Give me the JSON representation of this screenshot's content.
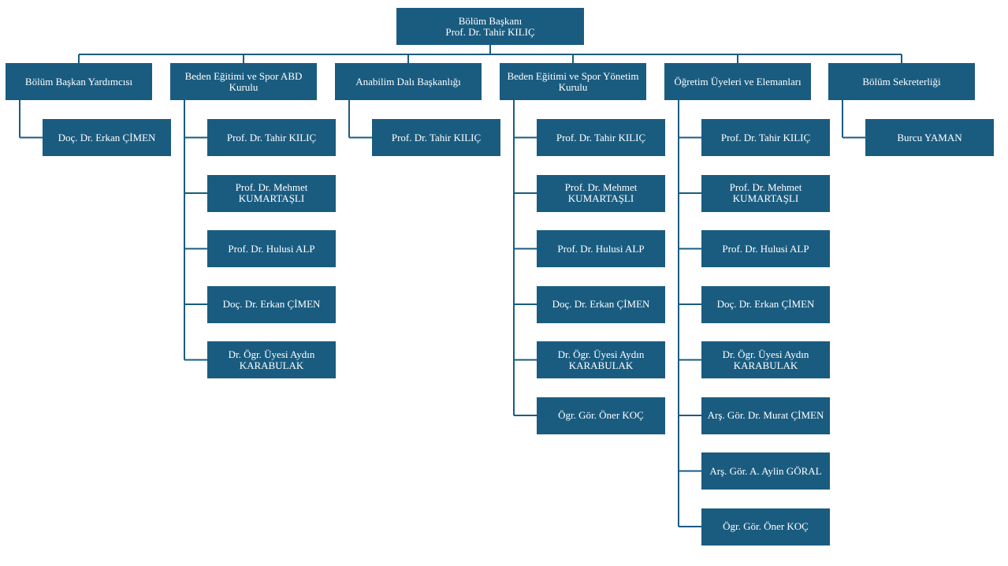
{
  "top": {
    "title": "Bölüm Başkanı",
    "name": "Prof. Dr. Tahir KILIÇ"
  },
  "departments": [
    {
      "title": "Bölüm Başkan Yardımcısı",
      "members": [
        "Doç. Dr. Erkan ÇİMEN"
      ]
    },
    {
      "title": "Beden Eğitimi ve Spor ABD Kurulu",
      "members": [
        "Prof. Dr. Tahir KILIÇ",
        "Prof. Dr. Mehmet KUMARTAŞLI",
        "Prof. Dr. Hulusi ALP",
        "Doç. Dr. Erkan ÇİMEN",
        "Dr. Ögr. Üyesi Aydın KARABULAK"
      ]
    },
    {
      "title": "Anabilim Dalı Başkanlığı",
      "members": [
        "Prof. Dr. Tahir KILIÇ"
      ]
    },
    {
      "title": "Beden Eğitimi ve Spor Yönetim Kurulu",
      "members": [
        "Prof. Dr. Tahir KILIÇ",
        "Prof. Dr. Mehmet KUMARTAŞLI",
        "Prof. Dr. Hulusi ALP",
        "Doç. Dr. Erkan ÇİMEN",
        "Dr. Ögr. Üyesi Aydın KARABULAK",
        "Ögr. Gör. Öner KOÇ"
      ]
    },
    {
      "title": "Öğretim Üyeleri ve Elemanları",
      "members": [
        "Prof. Dr. Tahir KILIÇ",
        "Prof. Dr. Mehmet KUMARTAŞLI",
        "Prof. Dr. Hulusi ALP",
        "Doç. Dr. Erkan ÇİMEN",
        "Dr. Ögr. Üyesi Aydın KARABULAK",
        "Arş. Gör. Dr. Murat ÇİMEN",
        "Arş. Gör. A. Aylin GÖRAL",
        "Ögr. Gör. Öner KOÇ"
      ]
    },
    {
      "title": "Bölüm Sekreterliği",
      "members": [
        "Burcu YAMAN"
      ]
    }
  ],
  "colors": {
    "box": "#1a5c80",
    "line": "#1a5c80",
    "text": "#ffffff"
  }
}
